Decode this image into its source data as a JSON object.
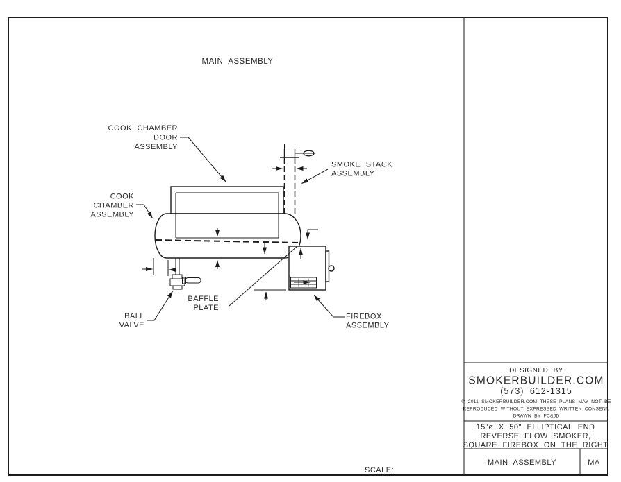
{
  "page": {
    "background": "#ffffff",
    "line_color": "#1c1c1c",
    "text_color": "#2a2a2a"
  },
  "drawing": {
    "view_title": "MAIN ASSEMBLY",
    "scale_label": "SCALE:",
    "callouts": {
      "cook_chamber_door": {
        "lines": [
          "COOK CHAMBER",
          "DOOR",
          "ASSEMBLY"
        ]
      },
      "cook_chamber": {
        "lines": [
          "COOK",
          "CHAMBER",
          "ASSEMBLY"
        ]
      },
      "smoke_stack": {
        "lines": [
          "SMOKE STACK",
          "ASSEMBLY"
        ]
      },
      "ball_valve": {
        "lines": [
          "BALL",
          "VALVE"
        ]
      },
      "baffle_plate": {
        "lines": [
          "BAFFLE",
          "PLATE"
        ]
      },
      "firebox": {
        "lines": [
          "FIREBOX",
          "ASSEMBLY"
        ]
      }
    }
  },
  "title_block": {
    "designed_by": "DESIGNED BY",
    "company": "SMOKERBUILDER.COM",
    "phone": "(573) 612-1315",
    "copyright_line1": "© 2011 SMOKERBUILDER.COM THESE PLANS MAY NOT BE",
    "copyright_line2": "REPRODUCED WITHOUT EXPRESSED WRITTEN CONSENT.",
    "drawn_by": "DRAWN BY FC&JD",
    "description": {
      "lines": [
        "15\"ø X 50\" ELLIPTICAL END",
        "REVERSE FLOW SMOKER,",
        "SQUARE FIREBOX ON THE RIGHT"
      ]
    },
    "sheet_title": "MAIN ASSEMBLY",
    "sheet_code": "MA"
  }
}
